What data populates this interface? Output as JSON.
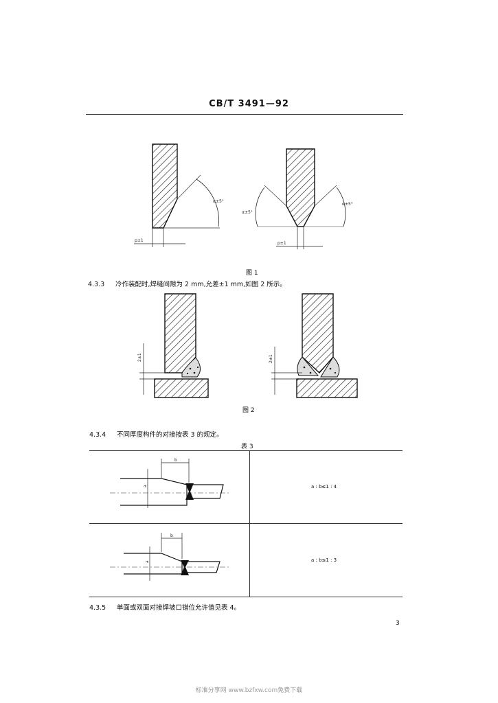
{
  "header": {
    "code": "CB/T 3491—92"
  },
  "figure1": {
    "caption": "图 1",
    "left_labels": {
      "angle": "α±5°",
      "gap": "p±1"
    },
    "right_labels": {
      "angle_left": "α±5°",
      "angle_right": "α±5°",
      "gap": "p±1"
    }
  },
  "section_433": {
    "number": "4.3.3",
    "text": "冷作装配时,焊缝间隙为 2 mm,允差±1 mm,如图 2 所示。"
  },
  "figure2": {
    "caption": "图 2",
    "left_label": "2±1",
    "right_label": "2±1"
  },
  "section_434": {
    "number": "4.3.4",
    "text": "不同厚度构件的对接按表 3 的规定。"
  },
  "table3": {
    "title": "表 3",
    "rows": [
      {
        "dim_b": "b",
        "dim_a": "a",
        "formula": "a : b≤1 : 4"
      },
      {
        "dim_b": "b",
        "dim_a": "a",
        "formula": "a : b≤1 : 3"
      }
    ]
  },
  "section_435": {
    "number": "4.3.5",
    "text": "单面或双面对接焊坡口错位允许值见表 4。"
  },
  "page_number": "3",
  "watermark": "标准分享网 www.bzfxw.com免费下载"
}
